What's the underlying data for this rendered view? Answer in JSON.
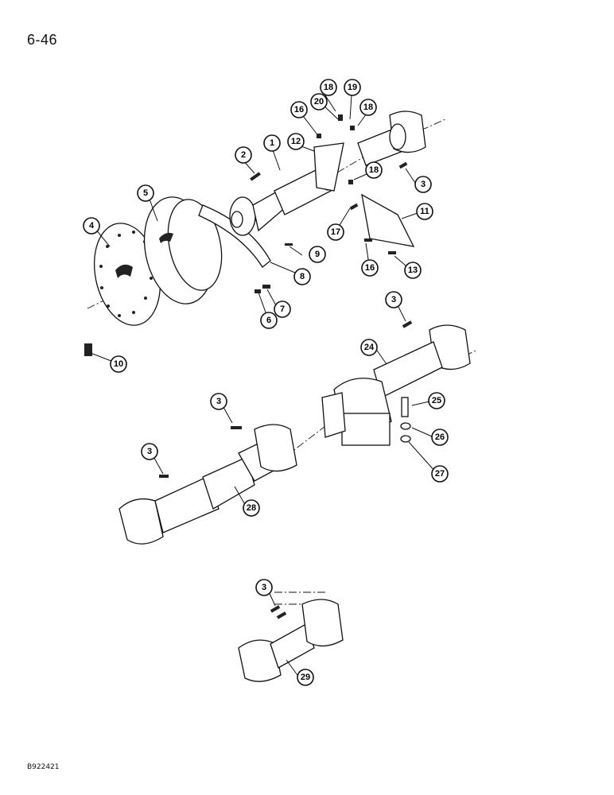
{
  "page": {
    "number": "6-46",
    "ref_code": "B922421"
  },
  "callouts": [
    {
      "id": "c1",
      "label": "1"
    },
    {
      "id": "c2",
      "label": "2"
    },
    {
      "id": "c3a",
      "label": "3"
    },
    {
      "id": "c4",
      "label": "4"
    },
    {
      "id": "c5",
      "label": "5"
    },
    {
      "id": "c6",
      "label": "6"
    },
    {
      "id": "c7",
      "label": "7"
    },
    {
      "id": "c8",
      "label": "8"
    },
    {
      "id": "c9",
      "label": "9"
    },
    {
      "id": "c10",
      "label": "10"
    },
    {
      "id": "c11",
      "label": "11"
    },
    {
      "id": "c12",
      "label": "12"
    },
    {
      "id": "c13",
      "label": "13"
    },
    {
      "id": "c16a",
      "label": "16"
    },
    {
      "id": "c16b",
      "label": "16"
    },
    {
      "id": "c17",
      "label": "17"
    },
    {
      "id": "c18a",
      "label": "18"
    },
    {
      "id": "c18b",
      "label": "18"
    },
    {
      "id": "c18c",
      "label": "18"
    },
    {
      "id": "c19",
      "label": "19"
    },
    {
      "id": "c20",
      "label": "20"
    },
    {
      "id": "c3b",
      "label": "3"
    },
    {
      "id": "c24",
      "label": "24"
    },
    {
      "id": "c25",
      "label": "25"
    },
    {
      "id": "c26",
      "label": "26"
    },
    {
      "id": "c27",
      "label": "27"
    },
    {
      "id": "c3c",
      "label": "3"
    },
    {
      "id": "c3d",
      "label": "3"
    },
    {
      "id": "c28",
      "label": "28"
    },
    {
      "id": "c3e",
      "label": "3"
    },
    {
      "id": "c29",
      "label": "29"
    }
  ]
}
